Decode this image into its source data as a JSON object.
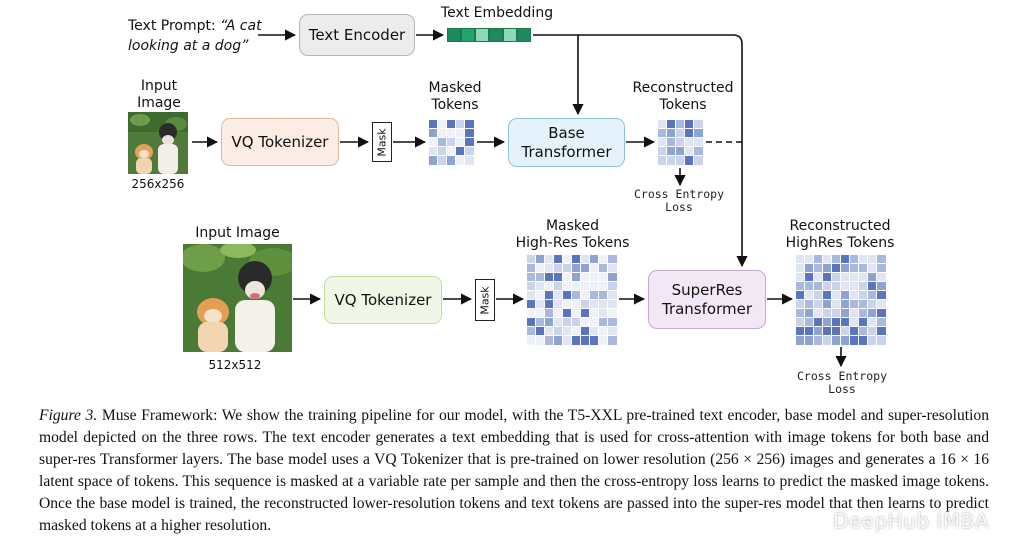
{
  "top_row": {
    "prompt_line1": "Text Prompt:",
    "prompt_quote1": "“A cat",
    "prompt_line2": "looking at a dog”",
    "text_encoder": "Text Encoder",
    "text_embedding": "Text Embedding"
  },
  "base_row": {
    "input_image_line1": "Input",
    "input_image_line2": "Image",
    "image_size": "256x256",
    "vq_tokenizer": "VQ Tokenizer",
    "mask": "Mask",
    "masked_tokens_line1": "Masked",
    "masked_tokens_line2": "Tokens",
    "base_transformer_line1": "Base",
    "base_transformer_line2": "Transformer",
    "reconstructed_line1": "Reconstructed",
    "reconstructed_line2": "Tokens",
    "loss_line1": "Cross Entropy",
    "loss_line2": "Loss"
  },
  "super_row": {
    "input_image": "Input Image",
    "image_size": "512x512",
    "vq_tokenizer": "VQ Tokenizer",
    "mask": "Mask",
    "masked_line1": "Masked",
    "masked_line2": "High-Res Tokens",
    "superres_line1": "SuperRes",
    "superres_line2": "Transformer",
    "reconstructed_line1": "Reconstructed",
    "reconstructed_line2": "HighRes Tokens",
    "loss_line1": "Cross Entropy",
    "loss_line2": "Loss"
  },
  "caption": {
    "figure_label": "Figure 3.",
    "text": "Muse Framework: We show the training pipeline for our model, with the T5-XXL pre-trained text encoder, base model and super-resolution model depicted on the three rows. The text encoder generates a text embedding that is used for cross-attention with image tokens for both base and super-res Transformer layers. The base model uses a VQ Tokenizer that is pre-trained on lower resolution (256 × 256) images and generates a 16 × 16 latent space of tokens. This sequence is masked at a variable rate per sample and then the cross-entropy loss learns to predict the masked image tokens. Once the base model is trained, the reconstructed lower-resolution tokens and text tokens are passed into the super-res model that then learns to predict masked tokens at a higher resolution."
  },
  "watermark": "DeepHub IMBA",
  "icons": {
    "watermark_icon": "chat-bubble-icon"
  },
  "colors": {
    "embedding_dark": "#1c8a5c",
    "embedding_light": "#8fd8b5",
    "token_light": "#c9d3ea",
    "token_mid": "#8fa3d3",
    "token_dark": "#5b74c0"
  }
}
